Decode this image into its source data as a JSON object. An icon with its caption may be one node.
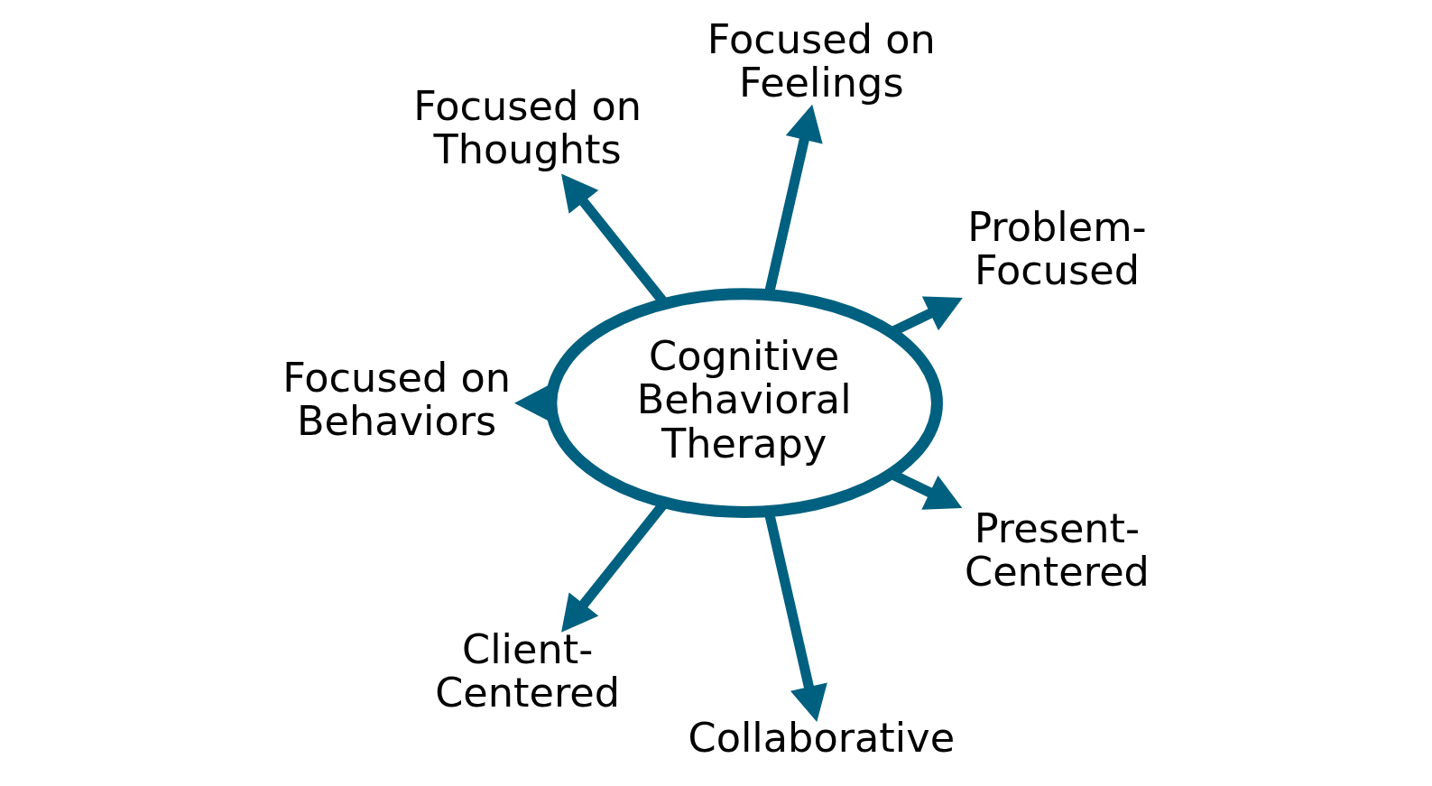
{
  "diagram": {
    "nodes": [
      {
        "text": [
          "Cognitive Behavioral Therapy"
        ]
      },
      {
        "text": [
          "Problem-Focused"
        ]
      },
      {
        "text": [
          "Focused on Feelings"
        ]
      },
      {
        "text": [
          "Focused on Thoughts"
        ]
      },
      {
        "text": [
          "Focused on Behaviors"
        ]
      },
      {
        "text": [
          "Client-Centered"
        ]
      },
      {
        "text": [
          "Collaborative"
        ]
      },
      {
        "text": [
          "Present-Centered"
        ]
      }
    ],
    "edges": [
      {
        "from": 0,
        "to": 1,
        "arrow": "to"
      },
      {
        "from": 0,
        "to": 2,
        "arrow": "to"
      },
      {
        "from": 0,
        "to": 3,
        "arrow": "to"
      },
      {
        "from": 0,
        "to": 4,
        "arrow": "to"
      },
      {
        "from": 0,
        "to": 5,
        "arrow": "to"
      },
      {
        "from": 0,
        "to": 6,
        "arrow": "to"
      },
      {
        "from": 0,
        "to": 7,
        "arrow": "to"
      }
    ]
  }
}
